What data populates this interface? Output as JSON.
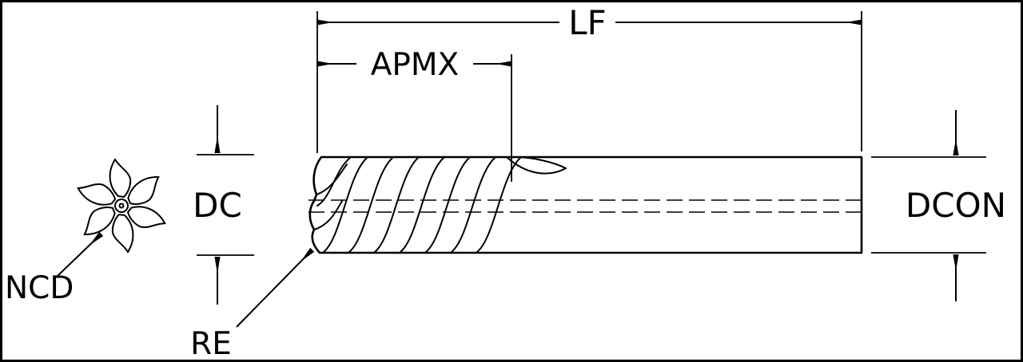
{
  "meta": {
    "background_color": "#ffffff",
    "line_color": "#000000",
    "border_color": "#000000"
  },
  "labels": {
    "overall_length": "LF",
    "max_cutting_depth": "APMX",
    "cutting_diameter": "DC",
    "shank_diameter": "DCON",
    "end_view_callout": "NCD",
    "corner_radius": "RE"
  }
}
